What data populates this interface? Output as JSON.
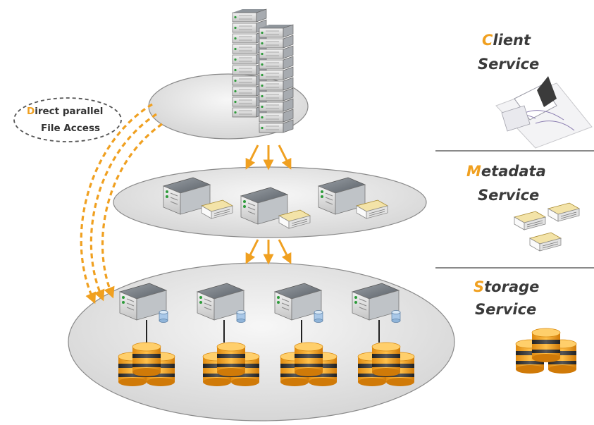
{
  "diagram": {
    "access_label": {
      "line1_initial": "D",
      "line1_rest": "irect parallel",
      "line2": "File Access"
    },
    "services": [
      {
        "initial": "C",
        "line1_rest": "lient",
        "line2": "Service"
      },
      {
        "initial": "M",
        "line1_rest": "etadata",
        "line2": "Service"
      },
      {
        "initial": "S",
        "line1_rest": "torage",
        "line2": "Service"
      }
    ],
    "colors": {
      "accent": "#f0a020",
      "text": "#3a3a3a",
      "ellipse_fill": "#e8e8e8",
      "ellipse_stroke": "#8a8a8a",
      "disk_orange": "#f5a623",
      "disk_dark": "#3a3a3a"
    }
  }
}
